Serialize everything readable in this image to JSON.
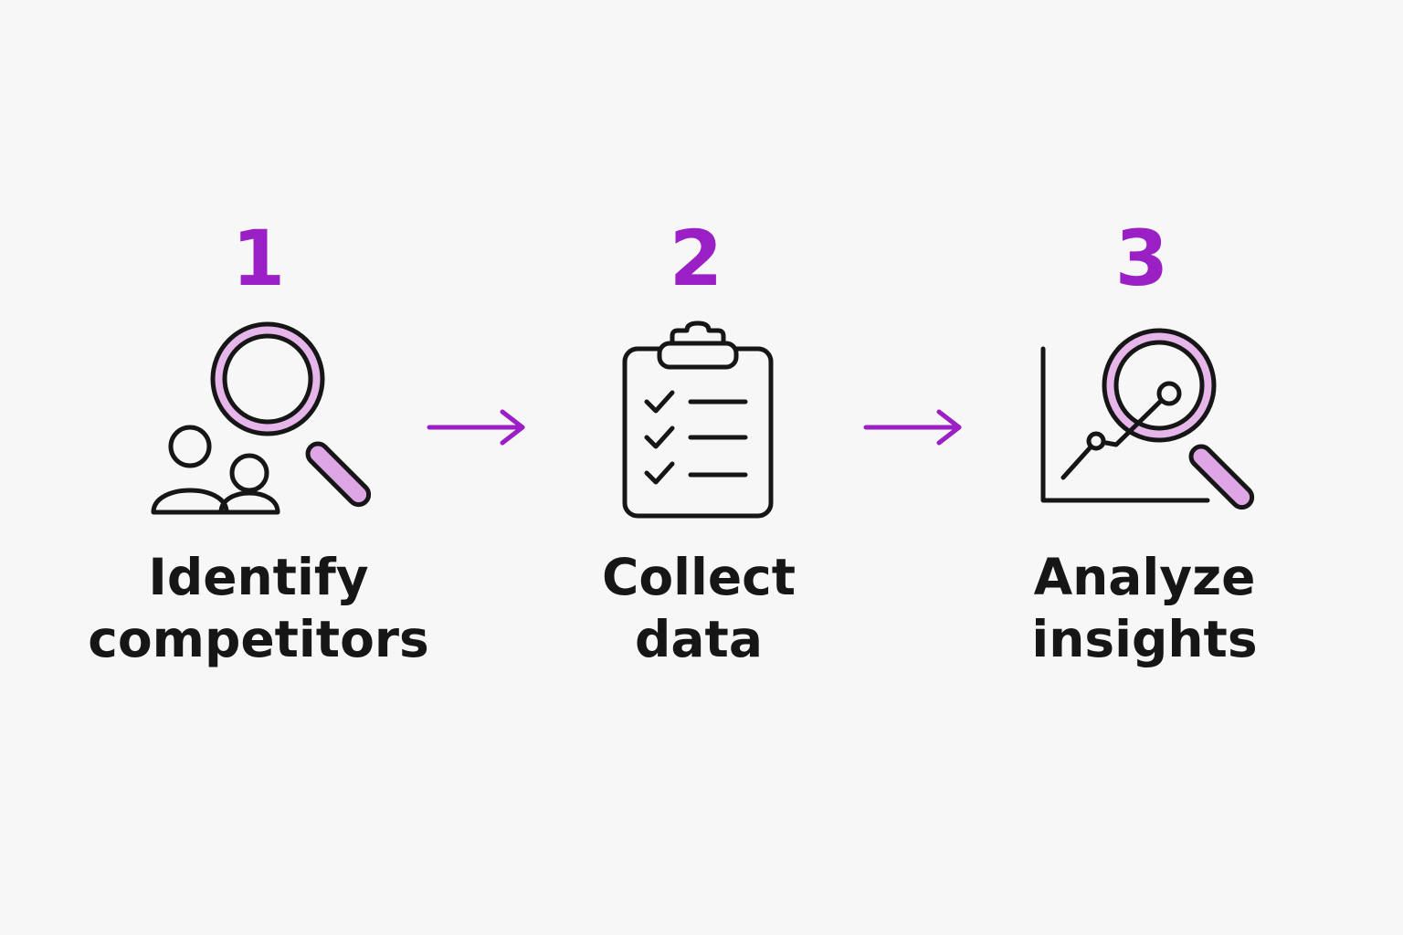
{
  "colors": {
    "accent": "#9a1fc4",
    "lens_fill": "#e6b6ea",
    "handle_fill": "#dfa6e6",
    "ink": "#161616",
    "background": "#f7f7f7"
  },
  "steps": [
    {
      "number": "1",
      "label_line1": "Identify",
      "label_line2": "competitors",
      "icon": "magnifier-people-icon"
    },
    {
      "number": "2",
      "label_line1": "Collect",
      "label_line2": "data",
      "icon": "clipboard-checklist-icon"
    },
    {
      "number": "3",
      "label_line1": "Analyze",
      "label_line2": "insights",
      "icon": "chart-magnifier-icon"
    }
  ],
  "connectors": [
    "arrow-right-icon",
    "arrow-right-icon"
  ]
}
